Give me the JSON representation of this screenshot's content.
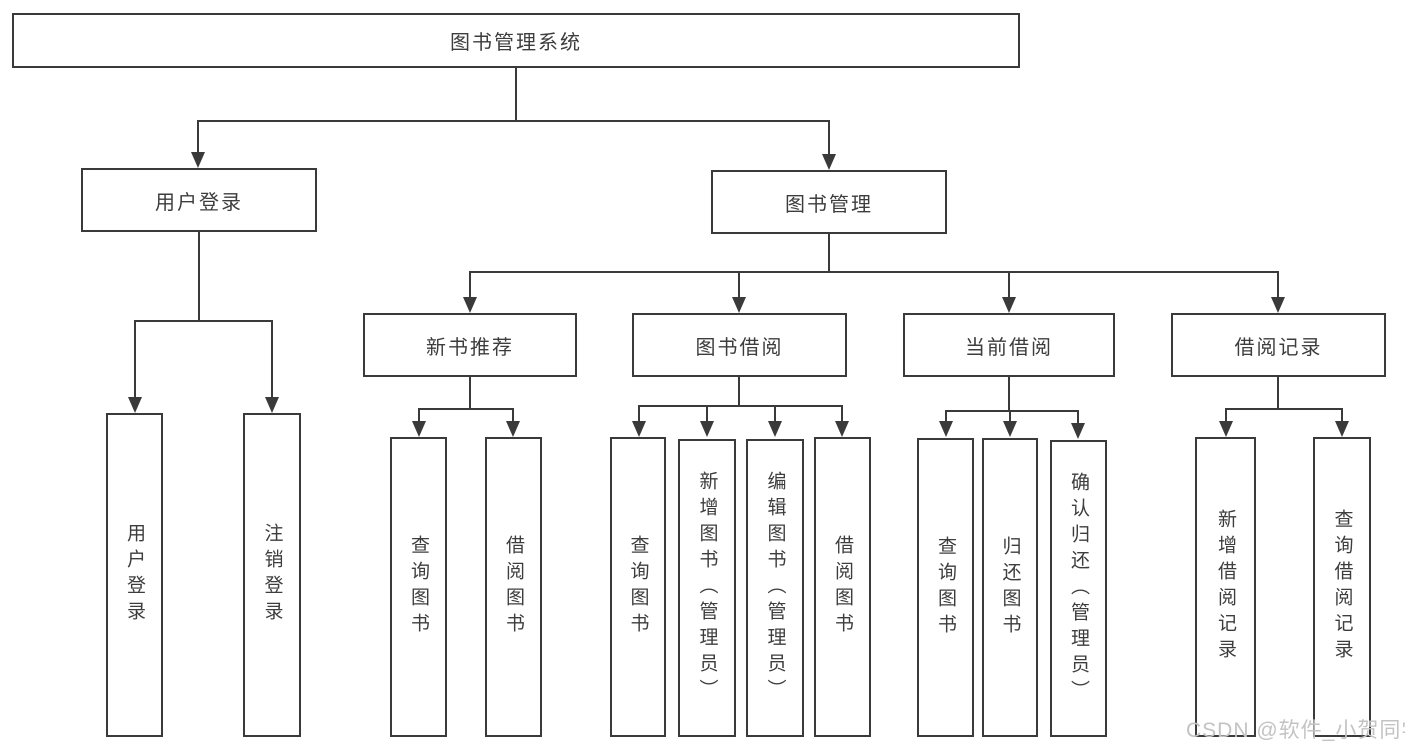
{
  "diagram": {
    "title": "图书管理系统",
    "watermark": "CSDN @软件_小贺同学",
    "line_color": "#3a3a3a",
    "box_fill": "#ffffff",
    "nodes": [
      {
        "id": "root",
        "label": "图书管理系统",
        "parent": null
      },
      {
        "id": "user-login",
        "label": "用户登录",
        "parent": "root"
      },
      {
        "id": "book-management",
        "label": "图书管理",
        "parent": "root"
      },
      {
        "id": "new-book-recommend",
        "label": "新书推荐",
        "parent": "book-management"
      },
      {
        "id": "book-borrowing",
        "label": "图书借阅",
        "parent": "book-management"
      },
      {
        "id": "current-borrowing",
        "label": "当前借阅",
        "parent": "book-management"
      },
      {
        "id": "borrowing-records",
        "label": "借阅记录",
        "parent": "book-management"
      },
      {
        "id": "user-login-action",
        "label": "用户登录",
        "parent": "user-login"
      },
      {
        "id": "logout-action",
        "label": "注销登录",
        "parent": "user-login"
      },
      {
        "id": "query-books-rec",
        "label": "查询图书",
        "parent": "new-book-recommend"
      },
      {
        "id": "borrow-books-rec",
        "label": "借阅图书",
        "parent": "new-book-recommend"
      },
      {
        "id": "query-books-borrow",
        "label": "查询图书",
        "parent": "book-borrowing"
      },
      {
        "id": "add-books-admin",
        "label": "新增图书（管理员）",
        "parent": "book-borrowing"
      },
      {
        "id": "edit-books-admin",
        "label": "编辑图书（管理员）",
        "parent": "book-borrowing"
      },
      {
        "id": "borrow-books",
        "label": "借阅图书",
        "parent": "book-borrowing"
      },
      {
        "id": "query-books-current",
        "label": "查询图书",
        "parent": "current-borrowing"
      },
      {
        "id": "return-books",
        "label": "归还图书",
        "parent": "current-borrowing"
      },
      {
        "id": "confirm-return-admin",
        "label": "确认归还（管理员）",
        "parent": "current-borrowing"
      },
      {
        "id": "add-borrow-record",
        "label": "新增借阅记录",
        "parent": "borrowing-records"
      },
      {
        "id": "query-borrow-record",
        "label": "查询借阅记录",
        "parent": "borrowing-records"
      }
    ]
  }
}
